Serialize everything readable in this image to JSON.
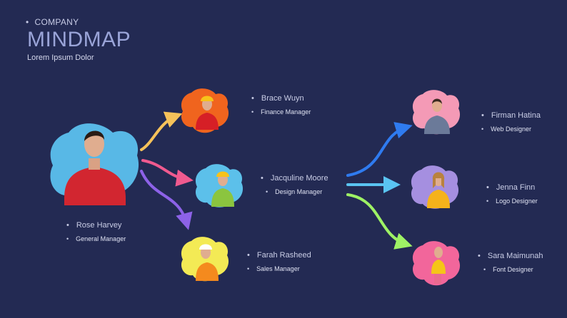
{
  "header": {
    "company": "COMPANY",
    "title": "MINDMAP",
    "subtitle": "Lorem Ipsum Dolor"
  },
  "people": {
    "root": {
      "name": "Rose Harvey",
      "role": "General Manager",
      "color": "#58b8e6",
      "shirt": "#d22630"
    },
    "mid1": {
      "name": "Brace Wuyn",
      "role": "Finance Manager",
      "color": "#f0641e",
      "shirt": "#d61f26"
    },
    "mid2": {
      "name": "Jacquline Moore",
      "role": "Design Manager",
      "color": "#5cc0ea",
      "shirt": "#8bc53f"
    },
    "mid3": {
      "name": "Farah Rasheed",
      "role": "Sales Manager",
      "color": "#f3ea55",
      "shirt": "#f48a1e"
    },
    "right1": {
      "name": "Firman Hatina",
      "role": "Web Designer",
      "color": "#f49ab6",
      "shirt": "#6b7a99"
    },
    "right2": {
      "name": "Jenna Finn",
      "role": "Logo Designer",
      "color": "#a58fe0",
      "shirt": "#f5b21b"
    },
    "right3": {
      "name": "Sara Maimunah",
      "role": "Font Designer",
      "color": "#f2669b",
      "shirt": "#f5c518"
    }
  },
  "arrows": {
    "to_mid1": "#f6c25a",
    "to_mid2": "#f05a8f",
    "to_mid3": "#8d62e8",
    "to_right1": "#2f7bf0",
    "to_right2": "#5ac4f2",
    "to_right3": "#9ef265"
  }
}
